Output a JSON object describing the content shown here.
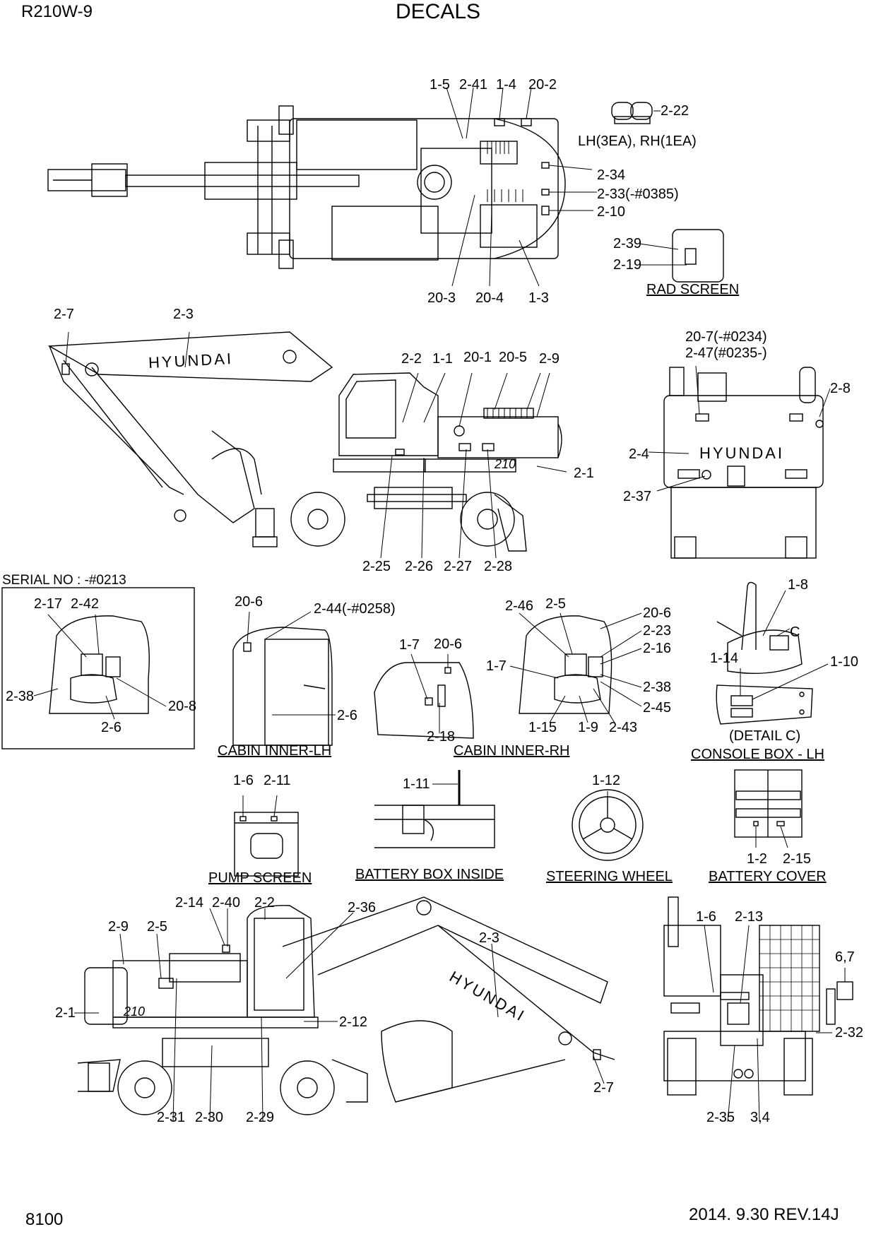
{
  "header": {
    "model": "R210W-9",
    "title": "DECALS"
  },
  "footer": {
    "page": "8100",
    "revision": "2014. 9.30  REV.14J"
  },
  "brand": "HYUNDAI",
  "model_badge": "210",
  "captions": {
    "rad_screen": "RAD SCREEN",
    "serial": "SERIAL NO : -#0213",
    "cabin_lh": "CABIN INNER-LH",
    "cabin_rh": "CABIN INNER-RH",
    "detail_c": "(DETAIL C)",
    "console": "CONSOLE BOX - LH",
    "pump": "PUMP SCREEN",
    "battery_box": "BATTERY BOX INSIDE",
    "steering": "STEERING WHEEL",
    "battery_cover": "BATTERY COVER",
    "lh_rh": "LH(3EA), RH(1EA)",
    "detail_letter": "C"
  },
  "callouts": {
    "top": [
      "1-5",
      "2-41",
      "1-4",
      "20-2",
      "2-22",
      "2-34",
      "2-33(-#0385)",
      "2-10",
      "2-39",
      "2-19",
      "20-3",
      "20-4",
      "1-3"
    ],
    "side_left": [
      "2-7",
      "2-3",
      "2-2",
      "1-1",
      "20-1",
      "20-5",
      "2-9",
      "2-1",
      "2-25",
      "2-26",
      "2-27",
      "2-28"
    ],
    "rear": [
      "20-7(-#0234)",
      "2-47(#0235-)",
      "2-8",
      "2-4",
      "2-37"
    ],
    "cabin_serial": [
      "2-17",
      "2-42",
      "2-38",
      "20-8",
      "2-6"
    ],
    "cabin_lh": [
      "20-6",
      "2-44(-#0258)",
      "2-6"
    ],
    "cabin_door": [
      "1-7",
      "20-6",
      "2-18"
    ],
    "cabin_rh": [
      "2-46",
      "2-5",
      "20-6",
      "2-23",
      "2-16",
      "1-7",
      "2-38",
      "2-45",
      "1-15",
      "1-9",
      "2-43"
    ],
    "console": [
      "1-8",
      "1-14",
      "1-10"
    ],
    "pump": [
      "1-6",
      "2-11"
    ],
    "battery_box": [
      "1-11"
    ],
    "steering": [
      "1-12"
    ],
    "battery_cover": [
      "1-2",
      "2-15"
    ],
    "side_right": [
      "2-14",
      "2-40",
      "2-2",
      "2-36",
      "2-9",
      "2-5",
      "2-3",
      "2-1",
      "2-12",
      "2-7",
      "2-31",
      "2-30",
      "2-29"
    ],
    "front": [
      "1-6",
      "2-13",
      "6,7",
      "2-32",
      "2-35",
      "3,4"
    ]
  }
}
